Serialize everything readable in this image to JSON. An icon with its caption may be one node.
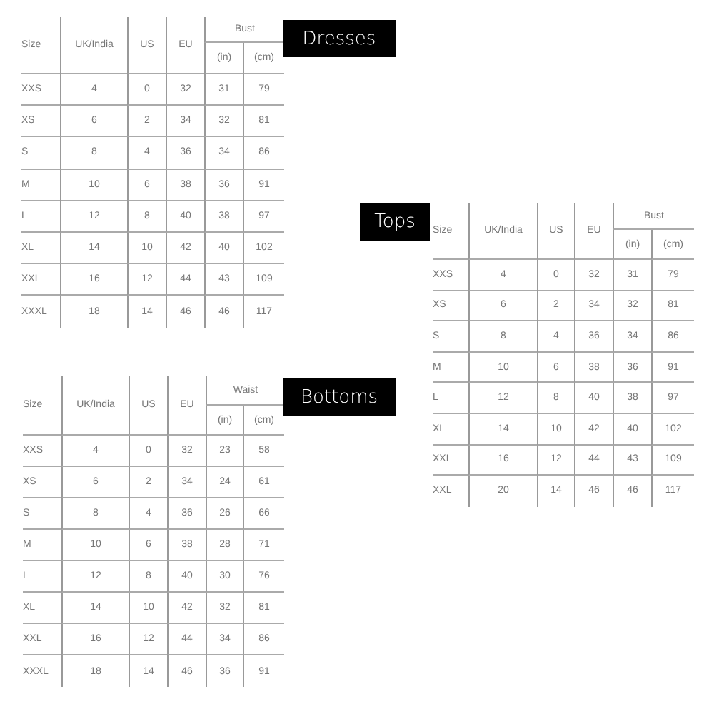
{
  "diagram": {
    "nodes": [
      {
        "text": [
          "Dresses"
        ]
      },
      {
        "text": [
          "Tops"
        ]
      },
      {
        "text": [
          "Bottoms"
        ]
      }
    ],
    "labels": [
      "Size",
      "UK/India",
      "US",
      "EU",
      "Bust",
      "(in)",
      "(cm)",
      "XXS",
      "4",
      "0",
      "32",
      "31",
      "79",
      "XS",
      "6",
      "2",
      "34",
      "32",
      "81",
      "S",
      "8",
      "4",
      "36",
      "34",
      "86",
      "M",
      "10",
      "6",
      "38",
      "36",
      "91",
      "L",
      "12",
      "8",
      "40",
      "38",
      "97",
      "XL",
      "14",
      "10",
      "42",
      "40",
      "102",
      "XXL",
      "16",
      "12",
      "44",
      "43",
      "109",
      "XXXL",
      "18",
      "14",
      "46",
      "46",
      "117",
      "Size",
      "UK/India",
      "US",
      "EU",
      "Bust",
      "(in)",
      "(cm)",
      "XXS",
      "4",
      "0",
      "32",
      "31",
      "79",
      "XS",
      "6",
      "2",
      "34",
      "32",
      "81",
      "S",
      "8",
      "4",
      "36",
      "34",
      "86",
      "M",
      "10",
      "6",
      "38",
      "36",
      "91",
      "L",
      "12",
      "8",
      "40",
      "38",
      "97",
      "XL",
      "14",
      "10",
      "42",
      "40",
      "102",
      "XXL",
      "16",
      "12",
      "44",
      "43",
      "109",
      "XXL",
      "20",
      "14",
      "46",
      "46",
      "117",
      "Size",
      "UK/India",
      "US",
      "EU",
      "Waist",
      "(in)",
      "(cm)",
      "XXS",
      "4",
      "0",
      "32",
      "23",
      "58",
      "XS",
      "6",
      "2",
      "34",
      "24",
      "61",
      "S",
      "8",
      "4",
      "36",
      "26",
      "66",
      "M",
      "10",
      "6",
      "38",
      "28",
      "71",
      "L",
      "12",
      "8",
      "40",
      "30",
      "76",
      "XL",
      "14",
      "10",
      "42",
      "32",
      "81",
      "XXL",
      "16",
      "12",
      "44",
      "34",
      "86",
      "XXXL",
      "18",
      "14",
      "46",
      "36",
      "91"
    ]
  }
}
